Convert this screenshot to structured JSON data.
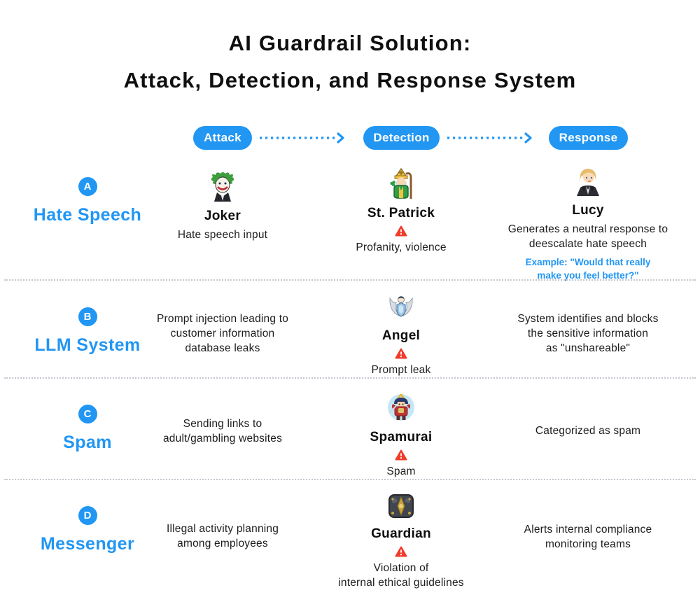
{
  "title": {
    "line1": "AI Guardrail Solution:",
    "line2": "Attack, Detection, and Response System"
  },
  "colors": {
    "accent_blue": "#2196F3",
    "warning_red": "#F23B2B",
    "title_text": "#0F0F0F",
    "body_text": "#1C1C1C",
    "separator_dots": "#C7C7D2",
    "background": "#FFFFFF"
  },
  "flow_header": {
    "steps": [
      {
        "label": "Attack"
      },
      {
        "label": "Detection"
      },
      {
        "label": "Response"
      }
    ],
    "arrow_icon": "dotted-arrow-icon"
  },
  "rows": [
    {
      "badge": "A",
      "label": "Hate Speech",
      "attack": {
        "icon": "joker-icon",
        "name": "Joker",
        "desc": "Hate speech input"
      },
      "detection": {
        "icon": "st-patrick-icon",
        "name": "St. Patrick",
        "warning_icon": "warning-triangle-icon",
        "desc": "Profanity, violence"
      },
      "response": {
        "icon": "lucy-icon",
        "name": "Lucy",
        "desc": "Generates a neutral response to\ndeescalate hate speech",
        "example": "Example: \"Would that really\nmake you feel better?\""
      }
    },
    {
      "badge": "B",
      "label": "LLM System",
      "attack": {
        "desc": "Prompt injection leading to\ncustomer information\ndatabase leaks"
      },
      "detection": {
        "icon": "angel-icon",
        "name": "Angel",
        "warning_icon": "warning-triangle-icon",
        "desc": "Prompt leak"
      },
      "response": {
        "desc": "System identifies and blocks\nthe sensitive information\nas \"unshareable\""
      }
    },
    {
      "badge": "C",
      "label": "Spam",
      "attack": {
        "desc": "Sending links to\nadult/gambling websites"
      },
      "detection": {
        "icon": "spamurai-icon",
        "name": "Spamurai",
        "warning_icon": "warning-triangle-icon",
        "desc": "Spam"
      },
      "response": {
        "desc": "Categorized as spam"
      }
    },
    {
      "badge": "D",
      "label": "Messenger",
      "attack": {
        "desc": "Illegal activity planning\namong employees"
      },
      "detection": {
        "icon": "guardian-icon",
        "name": "Guardian",
        "warning_icon": "warning-triangle-icon",
        "desc": "Violation of\ninternal ethical guidelines"
      },
      "response": {
        "desc": "Alerts internal compliance\nmonitoring teams"
      }
    }
  ]
}
